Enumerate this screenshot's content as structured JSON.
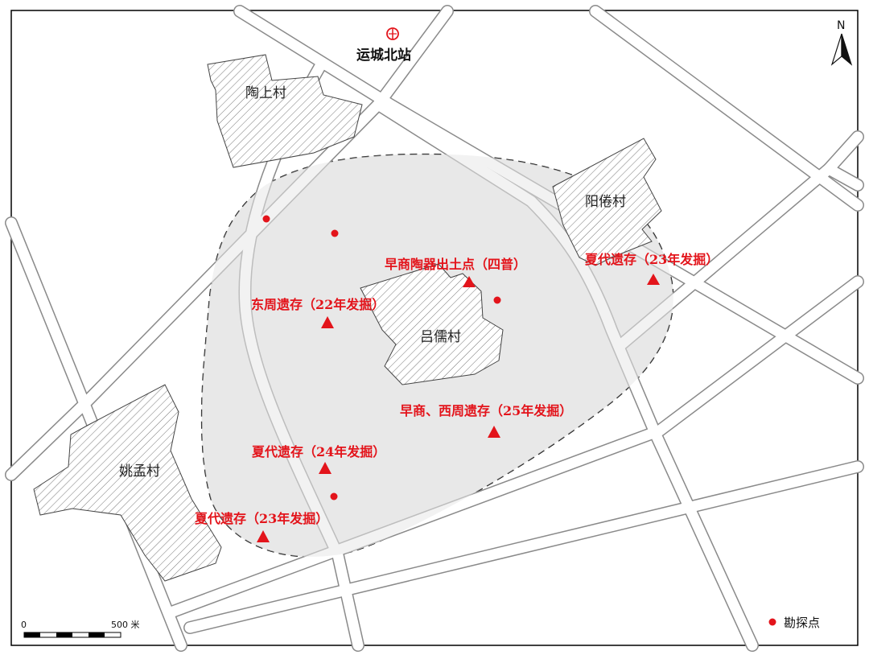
{
  "colors": {
    "site_red": "#e3141b",
    "zone_fill": "#e8e8e8",
    "road_stroke": "#8a8a8a",
    "village_hatch": "#777777",
    "frame": "#000000"
  },
  "north_arrow": {
    "label": "N"
  },
  "station": {
    "name": "运城北站",
    "icon": "railway-station-icon"
  },
  "villages": {
    "taoshang": "陶上村",
    "yangjuan": "阳倦村",
    "lvru": "吕儒村",
    "yaomeng": "姚孟村"
  },
  "sites": [
    {
      "id": "early-shang-pottery",
      "label": "早商陶器出土点（四普）"
    },
    {
      "id": "xia-23-east",
      "label": "夏代遗存（23年发掘）"
    },
    {
      "id": "eastern-zhou-22",
      "label": "东周遗存（22年发掘）"
    },
    {
      "id": "shang-zhou-25",
      "label": "早商、西周遗存（25年发掘）"
    },
    {
      "id": "xia-24",
      "label": "夏代遗存（24年发掘）"
    },
    {
      "id": "xia-23-southwest",
      "label": "夏代遗存（23年发掘）"
    }
  ],
  "survey_points_count": 4,
  "scale_bar": {
    "start": "0",
    "end": "500 米"
  },
  "legend": {
    "survey_point": "勘探点",
    "survey_icon": "red-dot-icon"
  }
}
